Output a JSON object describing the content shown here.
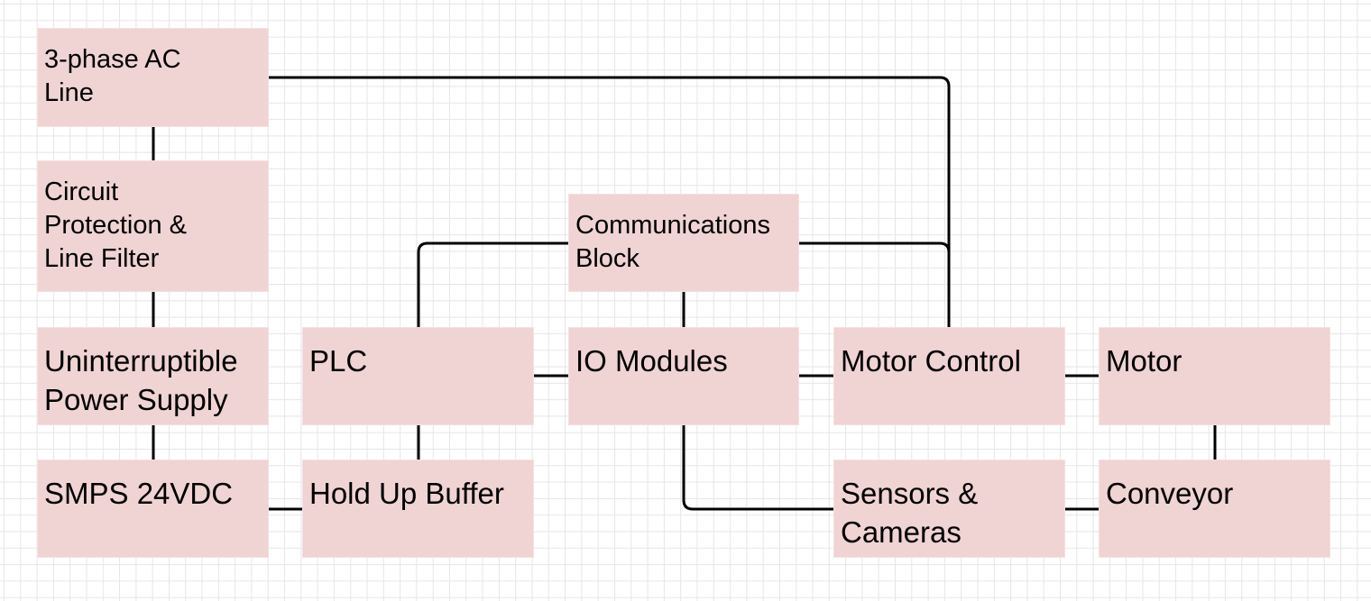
{
  "diagram": {
    "blocks": {
      "ac_line": "3-phase AC\nLine",
      "circuit_protection": "Circuit\nProtection &\nLine Filter",
      "ups": "Uninterruptible\nPower Supply",
      "smps": "SMPS 24VDC",
      "plc": "PLC",
      "hold_up_buffer": "Hold Up Buffer",
      "communications": "Communications\nBlock",
      "io_modules": "IO Modules",
      "motor_control": "Motor Control",
      "sensors_cameras": "Sensors &\nCameras",
      "motor": "Motor",
      "conveyor": "Conveyor"
    },
    "colors": {
      "block_fill": "#f0d3d3",
      "connector": "#000000",
      "grid": "#e6e6e6"
    }
  }
}
